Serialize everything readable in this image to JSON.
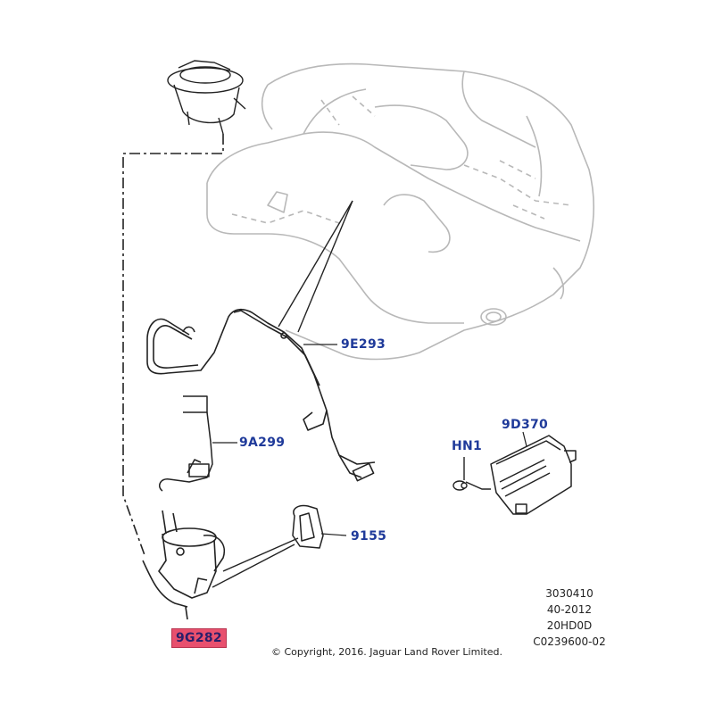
{
  "colors": {
    "callout_text": "#1f3a9a",
    "highlight_bg": "#e8506e",
    "line": "#222222",
    "tank_line": "#b8b8b8"
  },
  "callouts": {
    "harness": "9E293",
    "sender": "9A299",
    "module": "9D370",
    "nut": "HN1",
    "bracket": "9155",
    "pump": "9G282"
  },
  "reference": {
    "line1": "3030410",
    "line2": "40-2012",
    "line3": "20HD0D",
    "line4": "C0239600-02"
  },
  "copyright": "© Copyright, 2016. Jaguar Land Rover Limited."
}
